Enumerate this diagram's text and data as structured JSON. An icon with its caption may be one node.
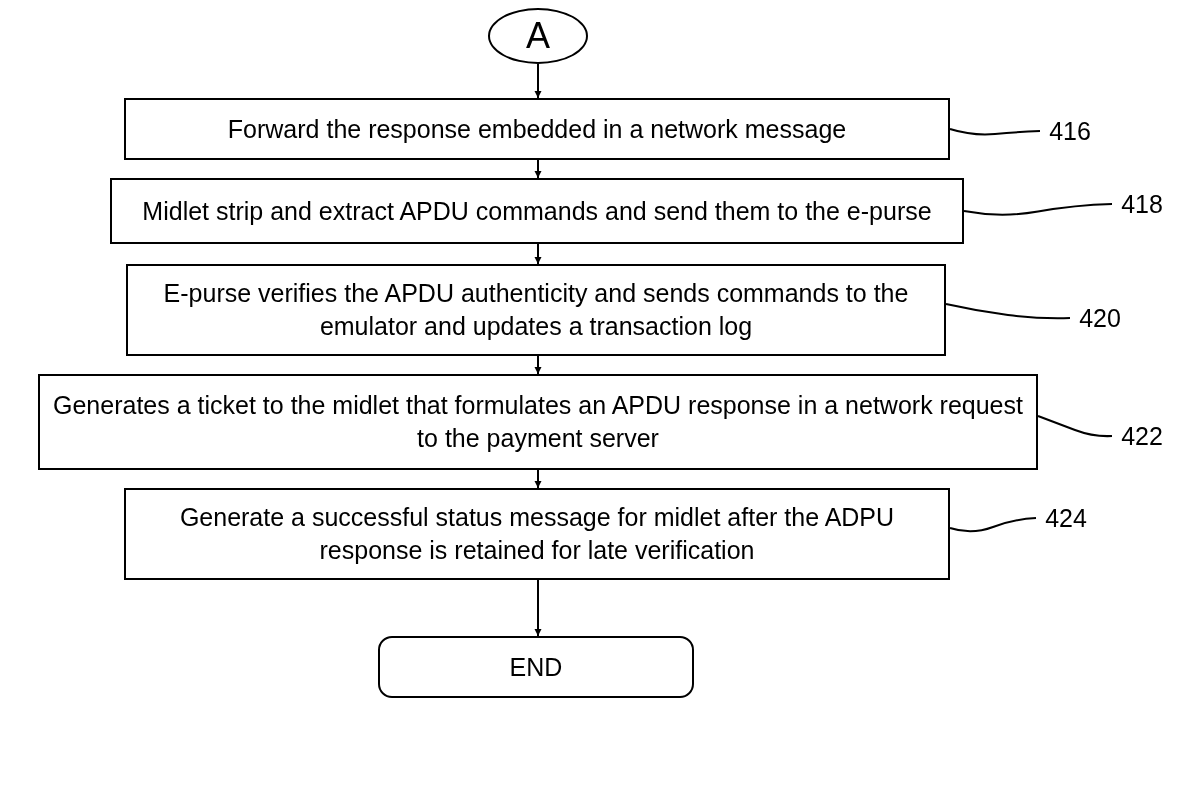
{
  "diagram": {
    "nodes": [
      {
        "text": [
          "A"
        ]
      },
      {
        "text": [
          "Forward the response embedded in a network message"
        ]
      },
      {
        "text": [
          "416"
        ]
      },
      {
        "text": [
          "Midlet strip and extract APDU commands and send them to the e-purse"
        ]
      },
      {
        "text": [
          "418"
        ]
      },
      {
        "text": [
          "E-purse verifies the APDU authenticity and sends commands to the emulator and updates a transaction log"
        ]
      },
      {
        "text": [
          "420"
        ]
      },
      {
        "text": [
          "Generates a ticket to the midlet that formulates an APDU response in a network request to the payment server"
        ]
      },
      {
        "text": [
          "422"
        ]
      },
      {
        "text": [
          "Generate a successful status message for midlet after the ADPU response is retained for late verification"
        ]
      },
      {
        "text": [
          "424"
        ]
      },
      {
        "text": [
          "END"
        ]
      }
    ],
    "edges": [
      {
        "from": 0,
        "to": 1,
        "arrow": "to"
      },
      {
        "from": 1,
        "to": 3,
        "arrow": "to"
      },
      {
        "from": 3,
        "to": 5,
        "arrow": "to"
      },
      {
        "from": 5,
        "to": 7,
        "arrow": "to"
      },
      {
        "from": 7,
        "to": 9,
        "arrow": "to"
      },
      {
        "from": 9,
        "to": 11,
        "arrow": "to"
      },
      {
        "from": 2,
        "to": 1,
        "arrow": "none"
      },
      {
        "from": 4,
        "to": 3,
        "arrow": "none"
      },
      {
        "from": 6,
        "to": 5,
        "arrow": "none"
      },
      {
        "from": 8,
        "to": 7,
        "arrow": "none"
      },
      {
        "from": 10,
        "to": 9,
        "arrow": "none"
      }
    ]
  }
}
